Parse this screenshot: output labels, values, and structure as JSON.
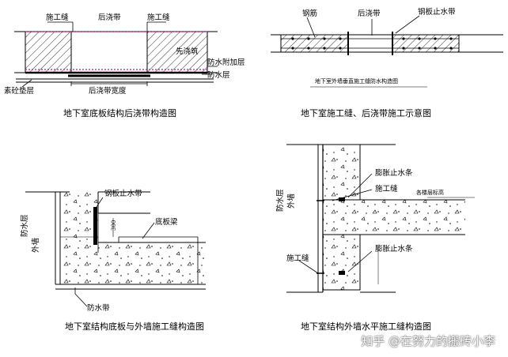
{
  "d1": {
    "caption": "地下室底板结构后浇带构造图",
    "labels": {
      "joint_left": "施工缝",
      "strip": "后浇带",
      "joint_right": "施工缝",
      "primary_sealing": "先浇筑",
      "waterproof_extra": "防水附加层",
      "waterproof": "防水层",
      "cushion": "素砼垫层",
      "strip_width": "后浇带宽度"
    }
  },
  "d2": {
    "caption": "地下室施工缝、后浇带施工示意图",
    "labels": {
      "rebar": "钢筋",
      "strip": "后浇带",
      "steel_stop": "钢板止水带"
    },
    "sub_caption": "地下室外墙垂直施工缝防水构造图"
  },
  "d3": {
    "caption": "地下室结构底板与外墙施工缝构造图",
    "labels": {
      "steel_stop": "钢板止水带",
      "waterproof_layer": "防水层",
      "outer_wall": "外墙",
      "floor_beam": "底板梁",
      "waterstop": "防水带",
      "dim": "300"
    }
  },
  "d4": {
    "caption": "地下室结构外墙水平施工缝构造图",
    "labels": {
      "swell_top": "膨胀止水条",
      "joint_top": "施工缝",
      "level": "各楼层标高",
      "waterproof_layer": "防水层",
      "outer_wall": "外墙",
      "swell_bottom": "膨胀止水条",
      "joint_bottom": "施工缝"
    }
  },
  "watermark": "知乎 @在努力的搬砖小李"
}
